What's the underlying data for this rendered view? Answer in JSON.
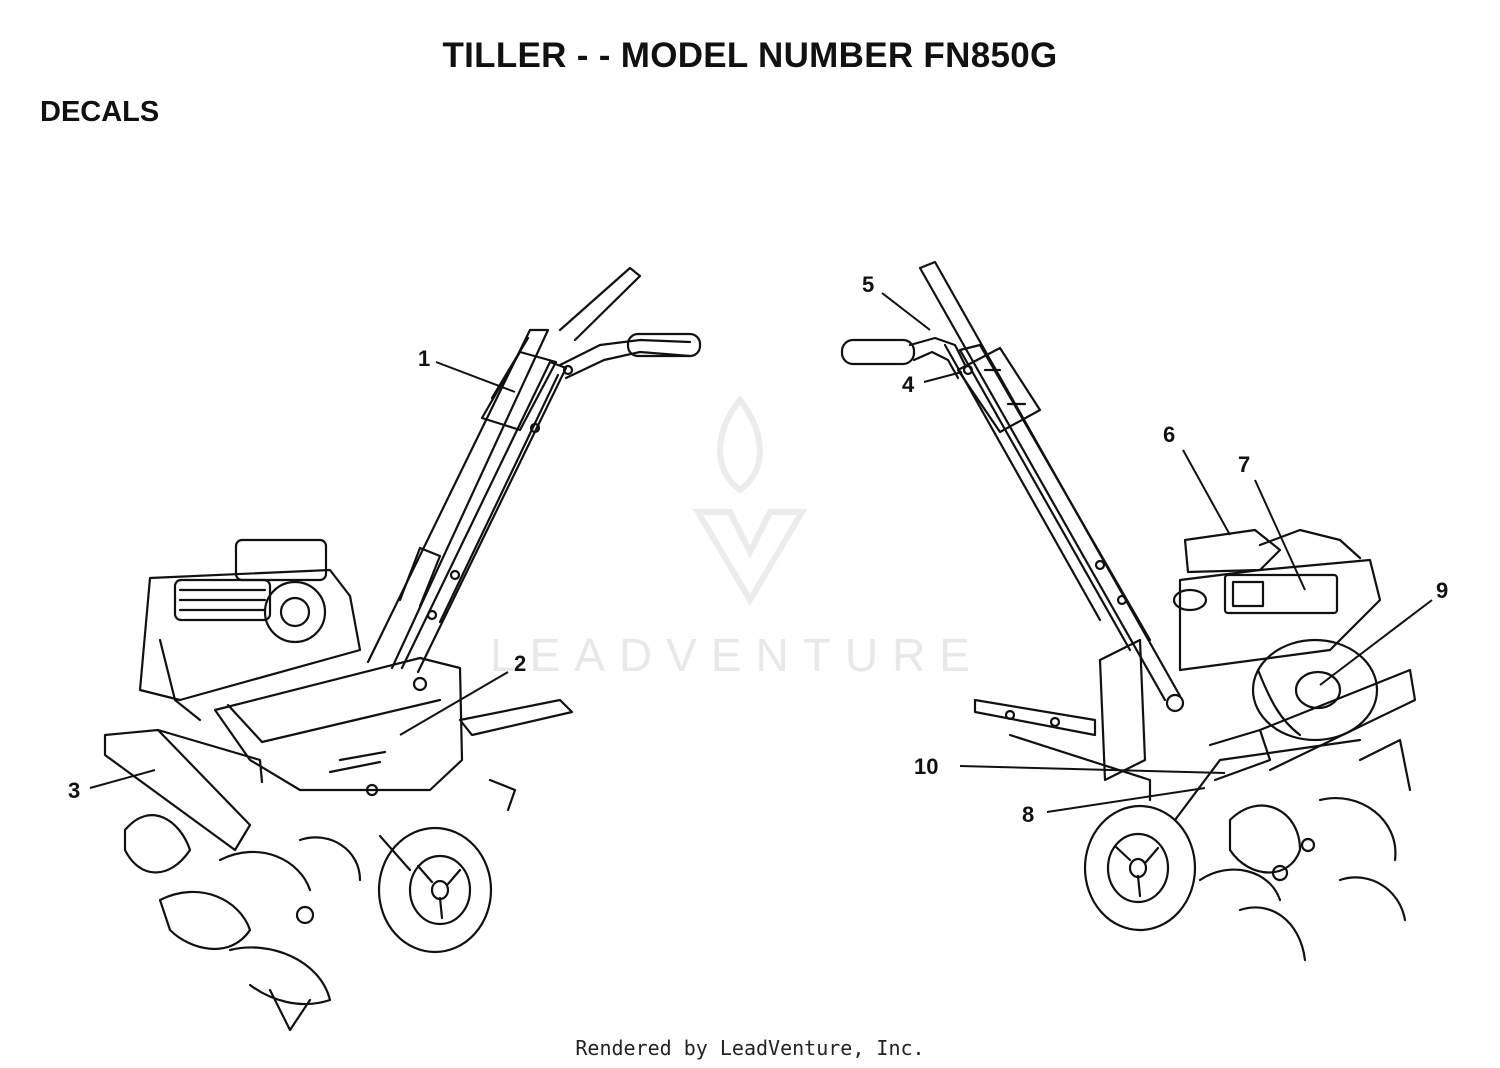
{
  "header": {
    "title": "TILLER - - MODEL NUMBER FN850G",
    "section": "DECALS"
  },
  "watermark": {
    "text": "LEADVENTURE"
  },
  "callouts": [
    {
      "number": "1"
    },
    {
      "number": "2"
    },
    {
      "number": "3"
    },
    {
      "number": "4"
    },
    {
      "number": "5"
    },
    {
      "number": "6"
    },
    {
      "number": "7"
    },
    {
      "number": "8"
    },
    {
      "number": "9"
    },
    {
      "number": "10"
    }
  ],
  "footer": {
    "credit": "Rendered by LeadVenture, Inc."
  }
}
